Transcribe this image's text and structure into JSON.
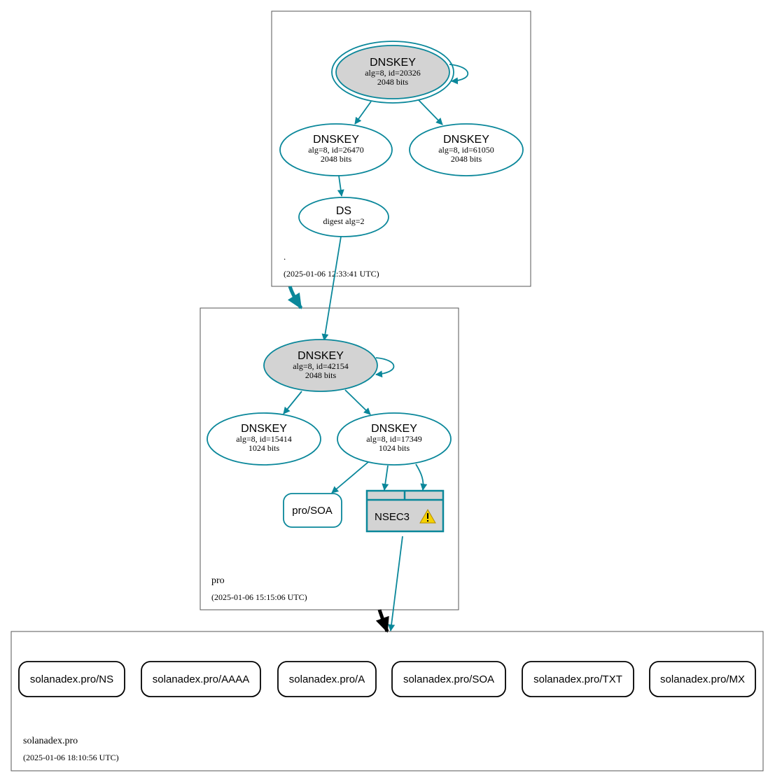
{
  "colors": {
    "teal": "#0a879a",
    "node_fill_gray": "#d3d3d3",
    "black": "#000000",
    "warning_yellow": "#f5d100"
  },
  "zones": {
    "root": {
      "name": ".",
      "timestamp": "(2025-01-06 12:33:41 UTC)"
    },
    "pro": {
      "name": "pro",
      "timestamp": "(2025-01-06 15:15:06 UTC)"
    },
    "solanadex": {
      "name": "solanadex.pro",
      "timestamp": "(2025-01-06 18:10:56 UTC)"
    }
  },
  "nodes": {
    "root_ksk": {
      "title": "DNSKEY",
      "line1": "alg=8, id=20326",
      "line2": "2048 bits"
    },
    "root_zsk1": {
      "title": "DNSKEY",
      "line1": "alg=8, id=26470",
      "line2": "2048 bits"
    },
    "root_zsk2": {
      "title": "DNSKEY",
      "line1": "alg=8, id=61050",
      "line2": "2048 bits"
    },
    "root_ds": {
      "title": "DS",
      "line1": "digest alg=2"
    },
    "pro_ksk": {
      "title": "DNSKEY",
      "line1": "alg=8, id=42154",
      "line2": "2048 bits"
    },
    "pro_zsk1": {
      "title": "DNSKEY",
      "line1": "alg=8, id=15414",
      "line2": "1024 bits"
    },
    "pro_zsk2": {
      "title": "DNSKEY",
      "line1": "alg=8, id=17349",
      "line2": "1024 bits"
    },
    "pro_soa": {
      "label": "pro/SOA"
    },
    "nsec3": {
      "label": "NSEC3",
      "icon": "warning-icon"
    }
  },
  "records": [
    "solanadex.pro/NS",
    "solanadex.pro/AAAA",
    "solanadex.pro/A",
    "solanadex.pro/SOA",
    "solanadex.pro/TXT",
    "solanadex.pro/MX"
  ]
}
